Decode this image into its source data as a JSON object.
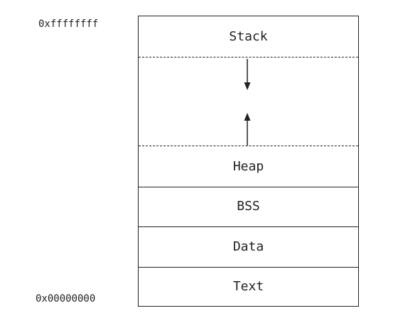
{
  "addresses": {
    "top": "0xffffffff",
    "bottom": "0x00000000"
  },
  "segments": {
    "stack": "Stack",
    "heap": "Heap",
    "bss": "BSS",
    "data": "Data",
    "text": "Text"
  },
  "icons": {
    "stack_growth": "arrow-down-icon",
    "heap_growth": "arrow-up-icon"
  },
  "colors": {
    "line": "#222222",
    "background": "#ffffff"
  }
}
